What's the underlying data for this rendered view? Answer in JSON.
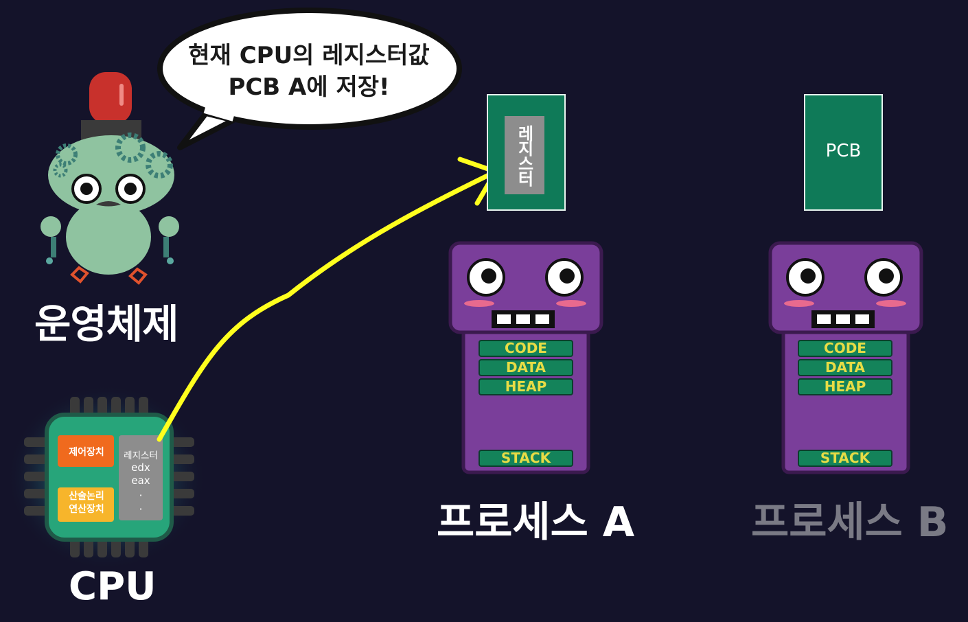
{
  "speech_bubble": {
    "line1": "현재 CPU의 레지스터값",
    "line2": "PCB A에 저장!"
  },
  "os": {
    "label": "운영체제"
  },
  "cpu": {
    "label": "CPU",
    "control_unit": "제어장치",
    "alu_line1": "산술논리",
    "alu_line2": "연산장치",
    "register_title": "레지스터",
    "registers": [
      "edx",
      "eax"
    ],
    "ellipsis": [
      "·",
      "·"
    ]
  },
  "process_a": {
    "label": "프로세스 A",
    "pcb_register": "레지스터",
    "segments": [
      "CODE",
      "DATA",
      "HEAP",
      "STACK"
    ]
  },
  "process_b": {
    "label": "프로세스 B",
    "pcb_label": "PCB",
    "segments": [
      "CODE",
      "DATA",
      "HEAP",
      "STACK"
    ]
  },
  "colors": {
    "background": "#14132a",
    "pcb_green": "#0f7a58",
    "process_purple": "#7a3e9a",
    "segment_green": "#14835a",
    "segment_text": "#e8dc45",
    "arrow": "#ffff1e",
    "cpu_board": "#27a57a",
    "control_unit": "#f06a1e",
    "alu": "#f7b52b",
    "register_box": "#8d8d8d",
    "robot_body": "#8fc3a0",
    "dim_text": "#7a7a85"
  }
}
